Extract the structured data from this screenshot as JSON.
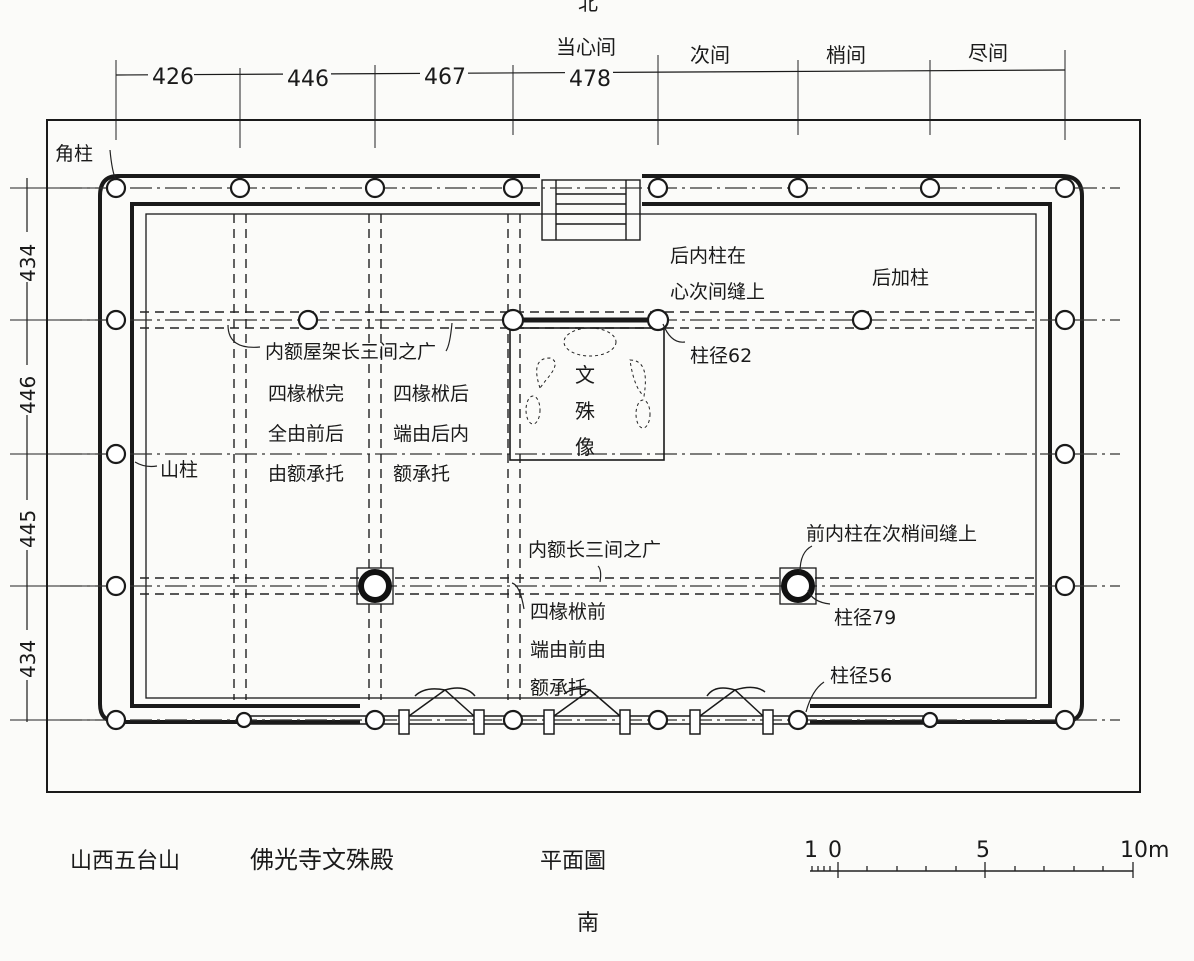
{
  "orientation": {
    "north": "北",
    "south": "南"
  },
  "bay_names": {
    "center": "当心间",
    "second": "次间",
    "third": "梢间",
    "end": "尽间"
  },
  "width_dimensions": [
    "426",
    "446",
    "467",
    "478"
  ],
  "depth_dimensions": [
    "434",
    "446",
    "445",
    "434"
  ],
  "labels": {
    "corner_column": "角柱",
    "gable_column": "山柱",
    "inner_beam_frame": "内额屋架长三间之广",
    "beam_left_line1": "四椽栿完",
    "beam_left_line2": "全由前后",
    "beam_left_line3": "由额承托",
    "beam_mid_line1": "四椽栿后",
    "beam_mid_line2": "端由后内",
    "beam_mid_line3": "额承托",
    "statue_line1": "文",
    "statue_line2": "殊",
    "statue_line3": "像",
    "rear_inner_line1": "后内柱在",
    "rear_inner_line2": "心次间缝上",
    "added_rear_column": "后加柱",
    "col_diam_62": "柱径62",
    "front_inner_beam": "内额长三间之广",
    "front_inner_column": "前内柱在次梢间缝上",
    "col_diam_79": "柱径79",
    "col_diam_56": "柱径56",
    "beam_front_line1": "四椽栿前",
    "beam_front_line2": "端由前由",
    "beam_front_line3": "额承托"
  },
  "title": {
    "site": "山西五台山",
    "building": "佛光寺文殊殿",
    "drawing": "平面圖"
  },
  "scale_bar": {
    "labels": [
      "1",
      "0",
      "5",
      "10m"
    ]
  }
}
